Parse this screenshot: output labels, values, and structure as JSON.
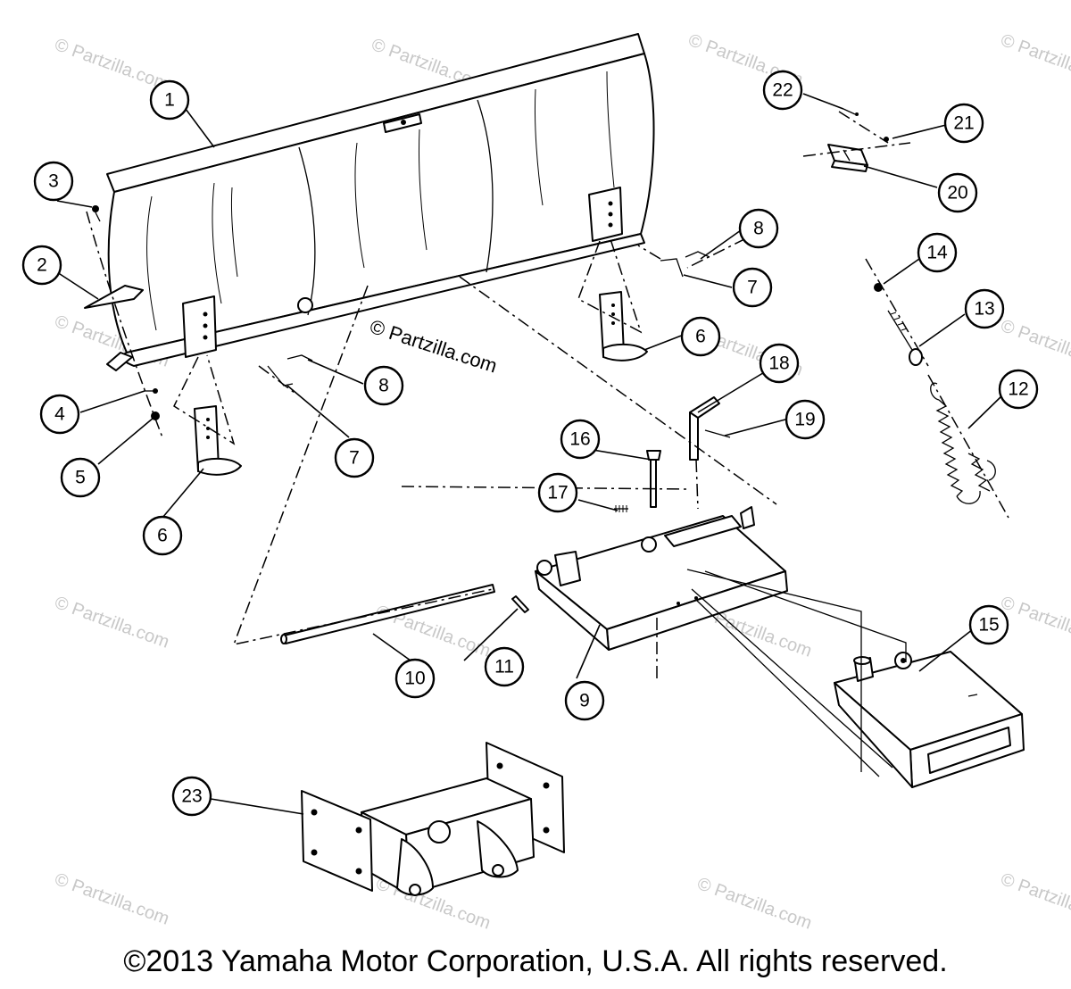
{
  "diagram": {
    "callouts": [
      {
        "label": "1"
      },
      {
        "label": "2"
      },
      {
        "label": "3"
      },
      {
        "label": "4"
      },
      {
        "label": "5"
      },
      {
        "label": "6"
      },
      {
        "label": "6"
      },
      {
        "label": "7"
      },
      {
        "label": "7"
      },
      {
        "label": "8"
      },
      {
        "label": "8"
      },
      {
        "label": "9"
      },
      {
        "label": "10"
      },
      {
        "label": "11"
      },
      {
        "label": "12"
      },
      {
        "label": "13"
      },
      {
        "label": "14"
      },
      {
        "label": "15"
      },
      {
        "label": "16"
      },
      {
        "label": "17"
      },
      {
        "label": "18"
      },
      {
        "label": "19"
      },
      {
        "label": "20"
      },
      {
        "label": "21"
      },
      {
        "label": "22"
      },
      {
        "label": "23"
      }
    ],
    "watermark_main": "© Partzilla.com",
    "watermark_repeat": "© Partzilla.com",
    "copyright": "©2013 Yamaha Motor Corporation, U.S.A. All rights reserved."
  }
}
